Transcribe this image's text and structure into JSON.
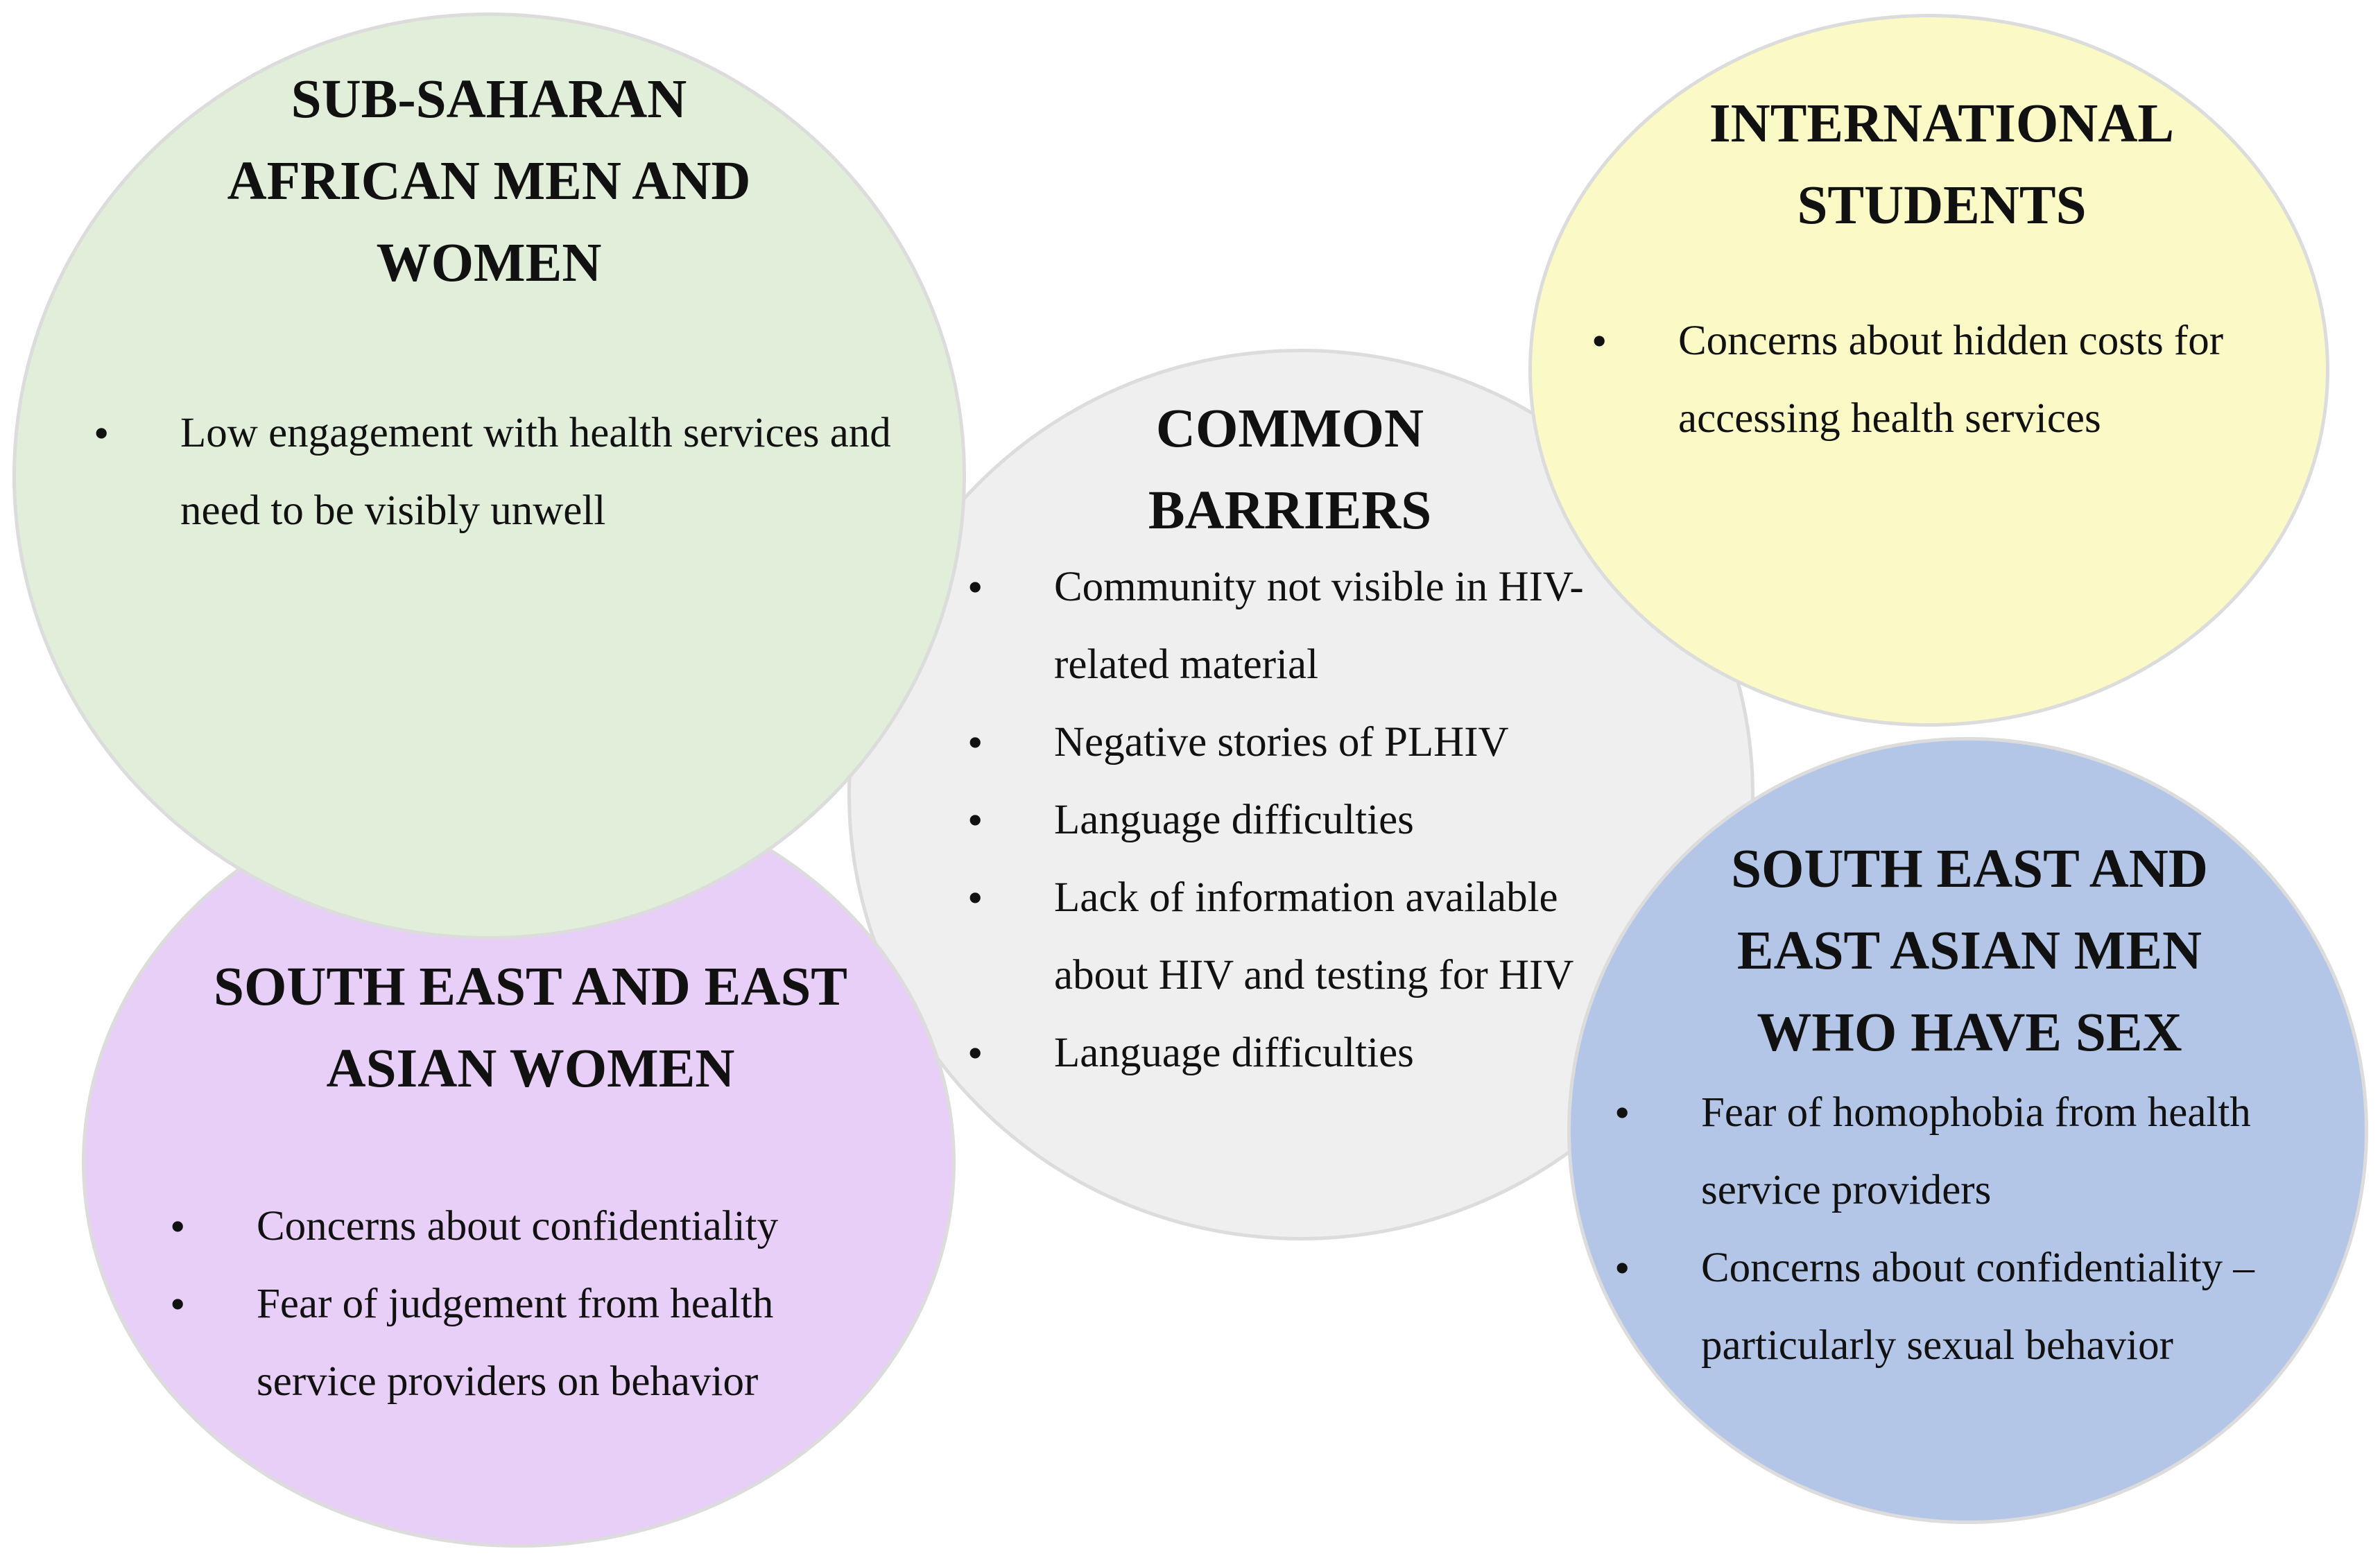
{
  "colors": {
    "common_barriers": "#efefef",
    "sub_saharan": "#e1efda",
    "se_asian_women": "#e8cff7",
    "international_students": "#fbfac6",
    "se_asian_msm": "#b4c6e7",
    "border": "#dcdcdc"
  },
  "common_barriers": {
    "heading": [
      "COMMON",
      "BARRIERS"
    ],
    "items": [
      "Community not visible in HIV-related material",
      "Negative stories of PLHIV",
      "Language difficulties",
      "Lack of information available about HIV and testing for HIV",
      "Language difficulties"
    ]
  },
  "sub_saharan": {
    "heading": [
      "SUB-SAHARAN",
      "AFRICAN MEN AND",
      "WOMEN"
    ],
    "items": [
      "Low engagement with health services and need to be visibly unwell"
    ]
  },
  "international_students": {
    "heading": [
      "INTERNATIONAL",
      "STUDENTS"
    ],
    "items": [
      "Concerns about hidden costs for accessing health services"
    ]
  },
  "se_asian_women": {
    "heading": [
      "SOUTH EAST AND EAST",
      "ASIAN WOMEN"
    ],
    "items": [
      "Concerns about confidentiality",
      "Fear of judgement from health service providers on behavior"
    ]
  },
  "se_asian_msm": {
    "heading": [
      "SOUTH EAST AND",
      "EAST ASIAN MEN",
      "WHO HAVE SEX"
    ],
    "items": [
      "Fear of homophobia from health service providers",
      "Concerns about confidentiality – particularly sexual behavior"
    ]
  }
}
